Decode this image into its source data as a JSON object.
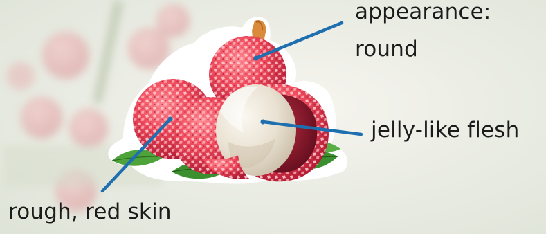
{
  "labels": {
    "appearance_line1": "appearance:",
    "appearance_line2": "round",
    "flesh": "jelly-like flesh",
    "skin": "rough, red skin"
  },
  "colors": {
    "pointer_line": "#1e6fb0",
    "skin_red": "#e23a4c",
    "flesh_white": "#efe9dc",
    "leaf_green": "#3c8f2e"
  },
  "icons": {
    "illustration": "lychee-fruit-icon"
  }
}
